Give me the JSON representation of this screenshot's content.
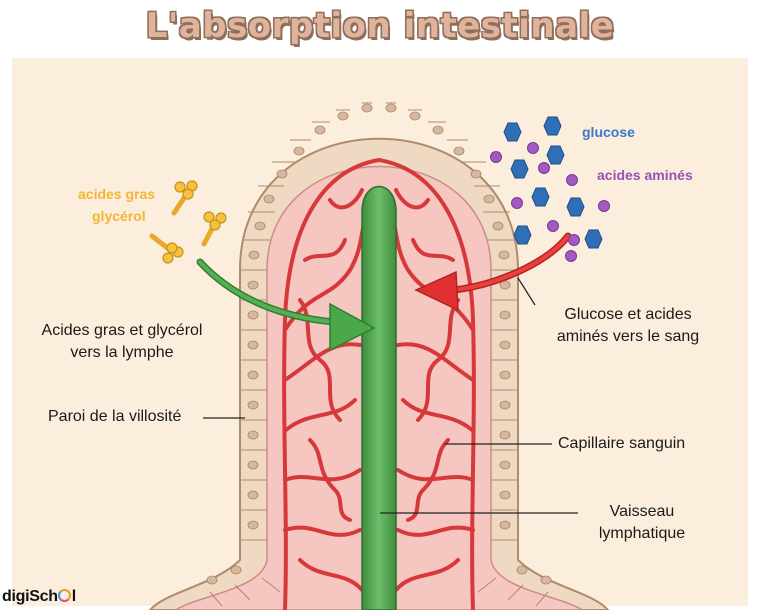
{
  "title": "L'absorption intestinale",
  "nutrients": {
    "fats": {
      "line1": "acides gras",
      "line2": "glycérol",
      "color": "#f2b632"
    },
    "glucose": {
      "label": "glucose",
      "color": "#3a78c9"
    },
    "amino": {
      "label": "acides aminés",
      "color": "#9b4fb5"
    }
  },
  "labels": {
    "fats_to_lymph": [
      "Acides gras et glycérol",
      "vers la lymphe"
    ],
    "sugars_to_blood": [
      "Glucose et acides",
      "aminés vers le sang"
    ],
    "villus_wall": "Paroi de la villosité",
    "capillary": "Capillaire sanguin",
    "lymph_vessel": [
      "Vaisseau",
      "lymphatique"
    ]
  },
  "logo": {
    "prefix": "digiSch",
    "suffix": "l"
  },
  "colors": {
    "background_panel": "#fbeedd",
    "villus_interior": "#f6c6c0",
    "epithelium": "#f0d9c3",
    "cell_nucleus": "#d6b8a0",
    "capillary": "#d7393b",
    "lymph_vessel": "#4f9f4f",
    "arrow_green": "#3a9a3a",
    "arrow_red": "#e03030"
  }
}
